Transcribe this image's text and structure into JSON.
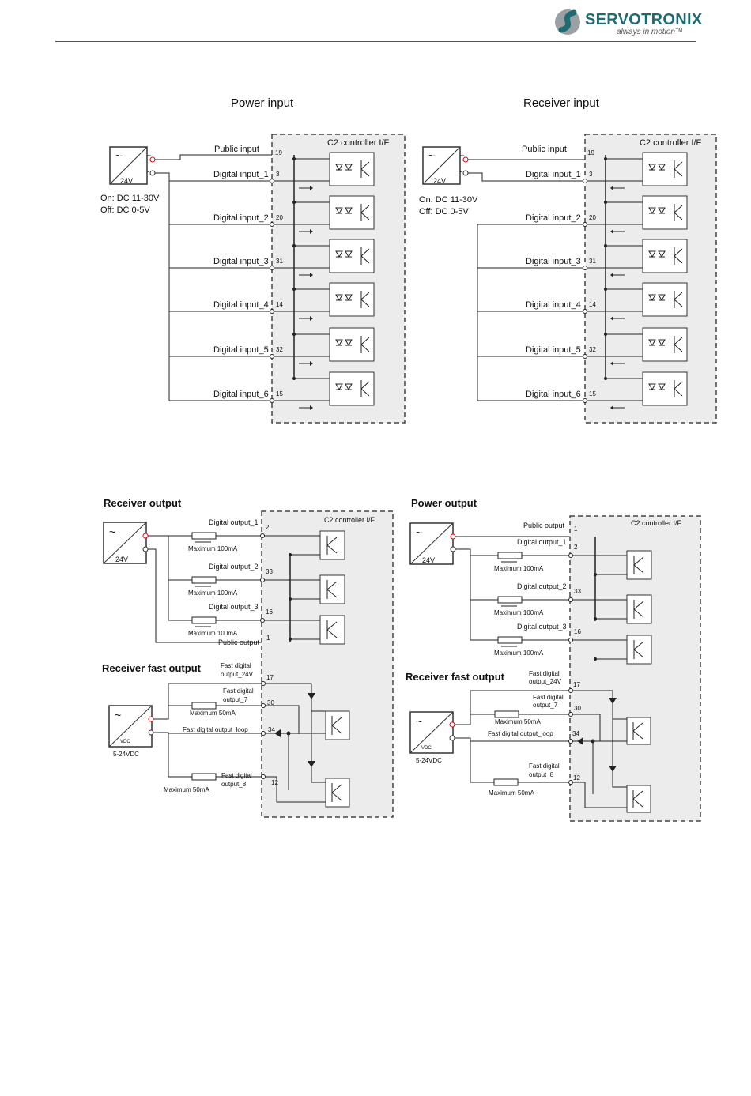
{
  "header": {
    "brand": "SERVOTRONIX",
    "tagline": "always in motion™",
    "logo_color": "#1f6b72",
    "logo_grey": "#9aa0a3"
  },
  "colors": {
    "panel_fill": "#ececec",
    "panel_stroke": "#444444",
    "wire": "#222222",
    "terminal_red": "#d01010"
  },
  "power_input": {
    "title": "Power input",
    "panel_label": "C2 controller I/F",
    "public_input": "Public input",
    "supply_voltage": "24V",
    "on_label": "On: DC 11-30V",
    "off_label": "Off: DC 0-5V",
    "inputs": [
      {
        "label": "Digital input_1",
        "pin": "3"
      },
      {
        "label": "Digital input_2",
        "pin": "20"
      },
      {
        "label": "Digital input_3",
        "pin": "31"
      },
      {
        "label": "Digital input_4",
        "pin": "14"
      },
      {
        "label": "Digital input_5",
        "pin": "32"
      },
      {
        "label": "Digital input_6",
        "pin": "15"
      }
    ],
    "public_pin": "19"
  },
  "receiver_input": {
    "title": "Receiver input",
    "panel_label": "C2 controller I/F",
    "public_input": "Public input",
    "supply_voltage": "24V",
    "on_label": "On: DC 11-30V",
    "off_label": "Off: DC 0-5V",
    "inputs": [
      {
        "label": "Digital input_1",
        "pin": "3"
      },
      {
        "label": "Digital input_2",
        "pin": "20"
      },
      {
        "label": "Digital input_3",
        "pin": "31"
      },
      {
        "label": "Digital input_4",
        "pin": "14"
      },
      {
        "label": "Digital input_5",
        "pin": "32"
      },
      {
        "label": "Digital input_6",
        "pin": "15"
      }
    ],
    "public_pin": "19"
  },
  "receiver_output": {
    "title": "Receiver output",
    "panel_label": "C2 controller I/F",
    "supply_voltage": "24V",
    "outputs": [
      {
        "label": "Digital output_1",
        "pin": "2",
        "max": "Maximum 100mA"
      },
      {
        "label": "Digital output_2",
        "pin": "33",
        "max": "Maximum 100mA"
      },
      {
        "label": "Digital output_3",
        "pin": "16",
        "max": "Maximum 100mA"
      }
    ],
    "public_label": "Public output",
    "public_pin": "1"
  },
  "power_output": {
    "title": "Power output",
    "panel_label": "C2 controller I/F",
    "supply_voltage": "24V",
    "public_label": "Public output",
    "public_pin": "1",
    "outputs": [
      {
        "label": "Digital output_1",
        "pin": "2",
        "max": "Maximum 100mA"
      },
      {
        "label": "Digital output_2",
        "pin": "33",
        "max": "Maximum 100mA"
      },
      {
        "label": "Digital output_3",
        "pin": "16",
        "max": "Maximum 100mA"
      }
    ]
  },
  "receiver_fast_output_left": {
    "title": "Receiver fast output",
    "supply_label": "5-24VDC",
    "vdc": "VDC",
    "fd24_a": "Fast digital",
    "fd24_b": "output_24V",
    "fd24_pin": "17",
    "fd7_a": "Fast digital",
    "fd7_b": "output_7",
    "fd7_pin": "30",
    "fd7_max": "Maximum 50mA",
    "loop_label": "Fast digital output_loop",
    "loop_pin": "34",
    "fd8_a": "Fast digital",
    "fd8_b": "output_8",
    "fd8_pin": "12",
    "fd8_max": "Maximum 50mA"
  },
  "receiver_fast_output_right": {
    "title": "Receiver fast output",
    "supply_label": "5-24VDC",
    "vdc": "VDC",
    "fd24_a": "Fast digital",
    "fd24_b": "output_24V",
    "fd24_pin": "17",
    "fd7_a": "Fast digital",
    "fd7_b": "output_7",
    "fd7_pin": "30",
    "fd7_max": "Maximum 50mA",
    "loop_label": "Fast digital output_loop",
    "loop_pin": "34",
    "fd8_a": "Fast digital",
    "fd8_b": "output_8",
    "fd8_pin": "12",
    "fd8_max": "Maximum 50mA"
  }
}
